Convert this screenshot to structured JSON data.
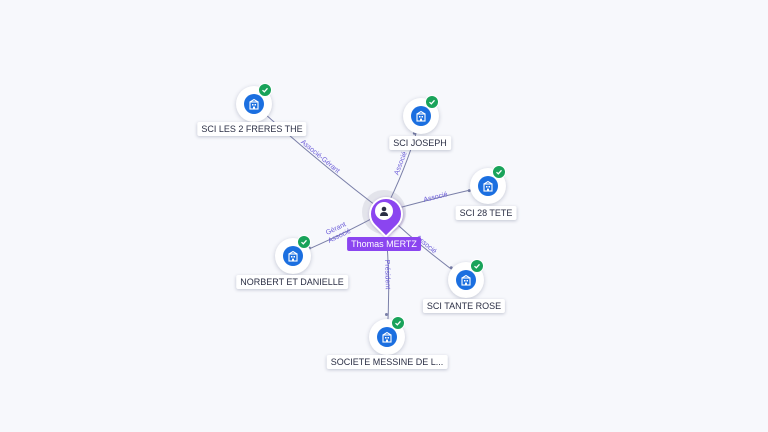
{
  "center": {
    "label": "Thomas MERTZ",
    "icon": "person-icon",
    "color": "#8b45f0"
  },
  "nodes": [
    {
      "id": "sci-les-2-freres",
      "label": "SCI LES 2 FRERES THE",
      "icon": "company-building-icon"
    },
    {
      "id": "sci-joseph",
      "label": "SCI JOSEPH",
      "icon": "company-building-icon"
    },
    {
      "id": "sci-28-tete",
      "label": "SCI 28 TETE",
      "icon": "company-building-icon"
    },
    {
      "id": "norbert",
      "label": "NORBERT ET DANIELLE",
      "icon": "company-building-icon"
    },
    {
      "id": "sci-tante-rose",
      "label": "SCI TANTE ROSE",
      "icon": "company-building-icon"
    },
    {
      "id": "societe-messine",
      "label": "SOCIETE MESSINE DE L...",
      "icon": "company-building-icon"
    }
  ],
  "edges": [
    {
      "to": "sci-les-2-freres",
      "label": "Associé-Gérant"
    },
    {
      "to": "sci-joseph",
      "label": "Associé"
    },
    {
      "to": "sci-28-tete",
      "label": "Associé"
    },
    {
      "to": "norbert",
      "label": "Gérant\nAssocié"
    },
    {
      "to": "sci-tante-rose",
      "label": "Associé"
    },
    {
      "to": "societe-messine",
      "label": "Président"
    }
  ],
  "colors": {
    "node_icon": "#1b6fe0",
    "verified_badge": "#19a35a",
    "edge": "#7a7fa8",
    "edge_label": "#6a5bd8"
  }
}
